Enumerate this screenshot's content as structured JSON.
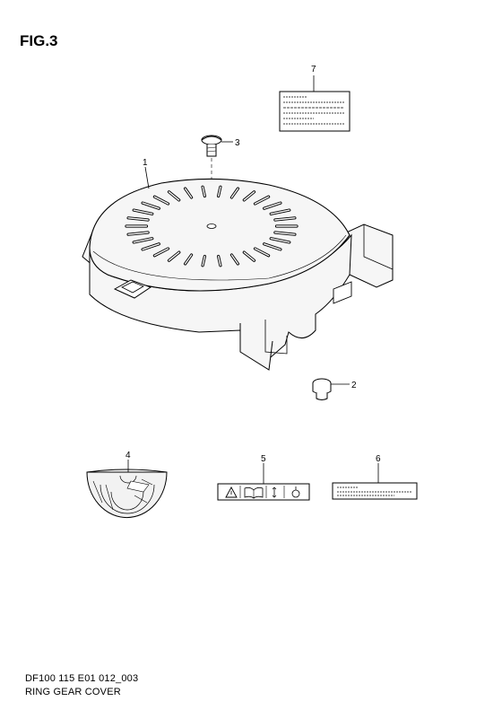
{
  "figure": {
    "title": "FIG.3"
  },
  "footer": {
    "code": "DF100 115 E01 012_003",
    "name": "RING GEAR COVER"
  },
  "parts": [
    {
      "ref": "1",
      "item": "ring-gear-cover"
    },
    {
      "ref": "2",
      "item": "grommet"
    },
    {
      "ref": "3",
      "item": "screw"
    },
    {
      "ref": "4",
      "item": "label-semicircle"
    },
    {
      "ref": "5",
      "item": "warning-label-icons"
    },
    {
      "ref": "6",
      "item": "label-caution-strip"
    },
    {
      "ref": "7",
      "item": "label-info-card"
    }
  ],
  "colors": {
    "line": "#000000",
    "part_fill": "#f6f6f6",
    "background": "#ffffff"
  }
}
